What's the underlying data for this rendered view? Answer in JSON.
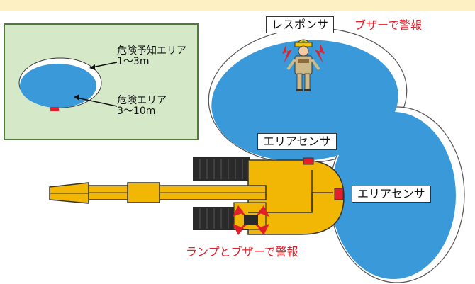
{
  "legend": {
    "warning_area": {
      "name": "危険予知エリア",
      "range": "1〜3m"
    },
    "danger_area": {
      "name": "危険エリア",
      "range": "3〜10m"
    }
  },
  "labels": {
    "responder": "レスポンサ",
    "responder_alarm": "ブザーで警報",
    "area_sensor_top": "エリアセンサ",
    "area_sensor_right": "エリアセンサ",
    "machine_alarm": "ランプとブザーで警報"
  },
  "colors": {
    "top_band": "#fdf1c4",
    "legend_bg": "#d5e9c9",
    "legend_border": "#4e7b3a",
    "zone_fill": "#3a9ad9",
    "zone_edge": "#ffffff",
    "machine_body": "#f2b705",
    "machine_dark": "#2a2a2a",
    "alarm_red": "#e0202a"
  },
  "icons": [
    "worker-icon",
    "excavator-icon",
    "sensor-icon",
    "lamp-icon",
    "buzzer-wave-icon"
  ]
}
